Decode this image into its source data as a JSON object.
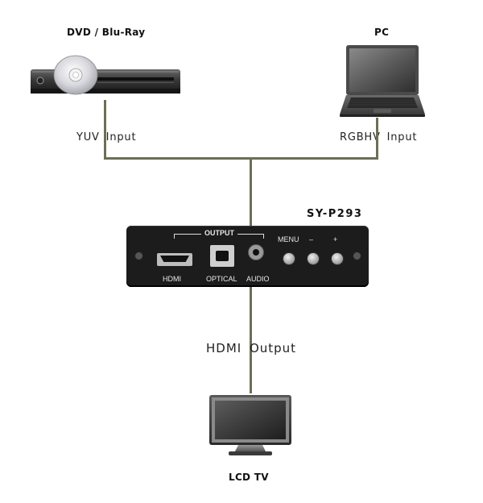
{
  "devices": {
    "dvd": {
      "title": "DVD / Blu-Ray",
      "input_label": "YUV Input"
    },
    "pc": {
      "title": "PC",
      "input_label": "RGBHV Input"
    },
    "converter": {
      "model": "SY-P293",
      "output_group_label": "OUTPUT",
      "ports": {
        "hdmi": "HDMI",
        "optical": "OPTICAL",
        "audio": "AUDIO"
      },
      "buttons": {
        "menu": "MENU",
        "minus": "–",
        "plus": "+"
      }
    },
    "tv": {
      "title": "LCD TV",
      "output_label": "HDMI Output"
    }
  },
  "colors": {
    "cable": "#6d6e56",
    "device_body": "#1c1c1c",
    "panel_text": "#e8e8e8"
  }
}
